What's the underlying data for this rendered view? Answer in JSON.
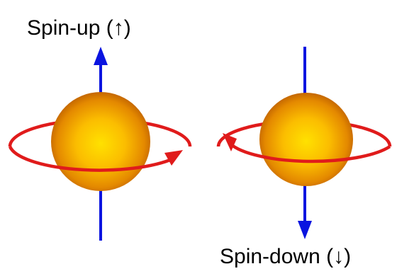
{
  "labels": {
    "spin_up": "Spin-up (↑)",
    "spin_down": "Spin-down (↓)"
  },
  "colors": {
    "axis": "#0a14e0",
    "rotation": "#e01b1b",
    "sphere_center": "#ffe100",
    "sphere_mid": "#f5a100",
    "sphere_edge": "#b85a00",
    "text": "#000000",
    "background": "#ffffff"
  },
  "particles": [
    {
      "id": "spin-up",
      "axis_direction": "up",
      "rotation_arrow_side": "right"
    },
    {
      "id": "spin-down",
      "axis_direction": "down",
      "rotation_arrow_side": "left"
    }
  ]
}
